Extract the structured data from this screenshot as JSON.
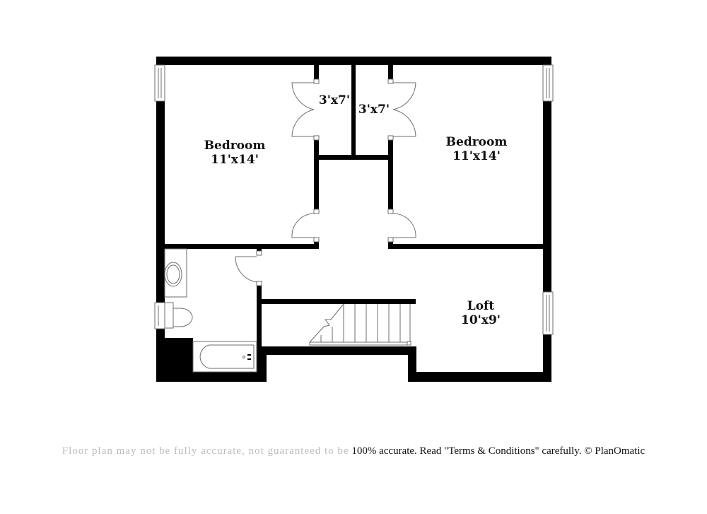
{
  "floorplan": {
    "rooms": [
      {
        "id": "bedroom-west",
        "name": "Bedroom",
        "size": "11'x14'"
      },
      {
        "id": "closet-west",
        "name": "",
        "size": "3'x7'"
      },
      {
        "id": "closet-east",
        "name": "",
        "size": "3'x7'"
      },
      {
        "id": "bedroom-east",
        "name": "Bedroom",
        "size": "11'x14'"
      },
      {
        "id": "loft",
        "name": "Loft",
        "size": "10'x9'"
      }
    ],
    "colors": {
      "wall": "#000000",
      "line": "#6e6e6e",
      "background": "#ffffff"
    }
  },
  "footer": {
    "obscured_prefix": "Floor plan may not be fully accurate, not guaranteed to be",
    "text": "100% accurate. Read \"Terms & Conditions\" carefully. © PlanOmatic"
  }
}
